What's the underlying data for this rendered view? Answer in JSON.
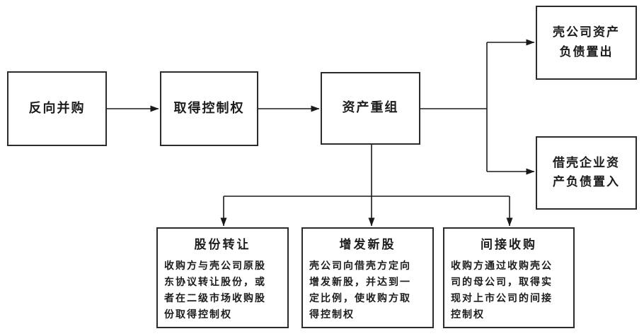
{
  "diagram": {
    "title_hint": "reverse-merger-flowchart",
    "colors": {
      "background": "#ffffff",
      "line": "#1a1a1a",
      "border": "#2b2b2b",
      "text": "#1c1c1c"
    },
    "nodes": {
      "reverse_merger": {
        "label": "反向并购"
      },
      "obtain_control": {
        "label": "取得控制权"
      },
      "asset_restructuring": {
        "label": "资产重组"
      },
      "shell_assets_out": {
        "label": "壳公司资产\n负债置出"
      },
      "shell_assets_in": {
        "label": "借壳企业资\n产负债置入"
      },
      "share_transfer": {
        "title": "股份转让",
        "body": "收购方与壳公司原股\n东协议转让股份，或\n者在二级市场收购股\n份取得控制权"
      },
      "new_share_issue": {
        "title": "增发新股",
        "body": "壳公司向借壳方定向\n增发新股，并达到一\n定比例，使收购方取\n得控制权"
      },
      "indirect_acquisition": {
        "title": "间接收购",
        "body": "收购方通过收购壳公\n司的母公司，取得实\n现对上市公司的间接\n控制权"
      }
    }
  }
}
